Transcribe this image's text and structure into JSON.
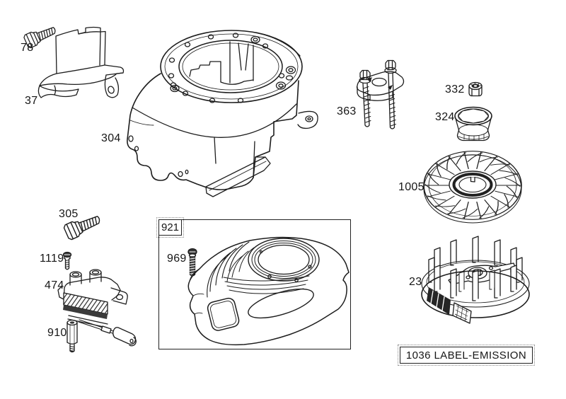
{
  "background_color": "#ffffff",
  "line_color": "#1d1d1d",
  "callouts": {
    "c78": "78",
    "c37": "37",
    "c304": "304",
    "c363": "363",
    "c332": "332",
    "c324": "324",
    "c1005": "1005",
    "c23": "23",
    "c305": "305",
    "c1119": "1119",
    "c474": "474",
    "c910": "910",
    "c969": "969"
  },
  "group_box": {
    "label": "921"
  },
  "emission_box": {
    "label": "1036 LABEL-EMISSION"
  }
}
